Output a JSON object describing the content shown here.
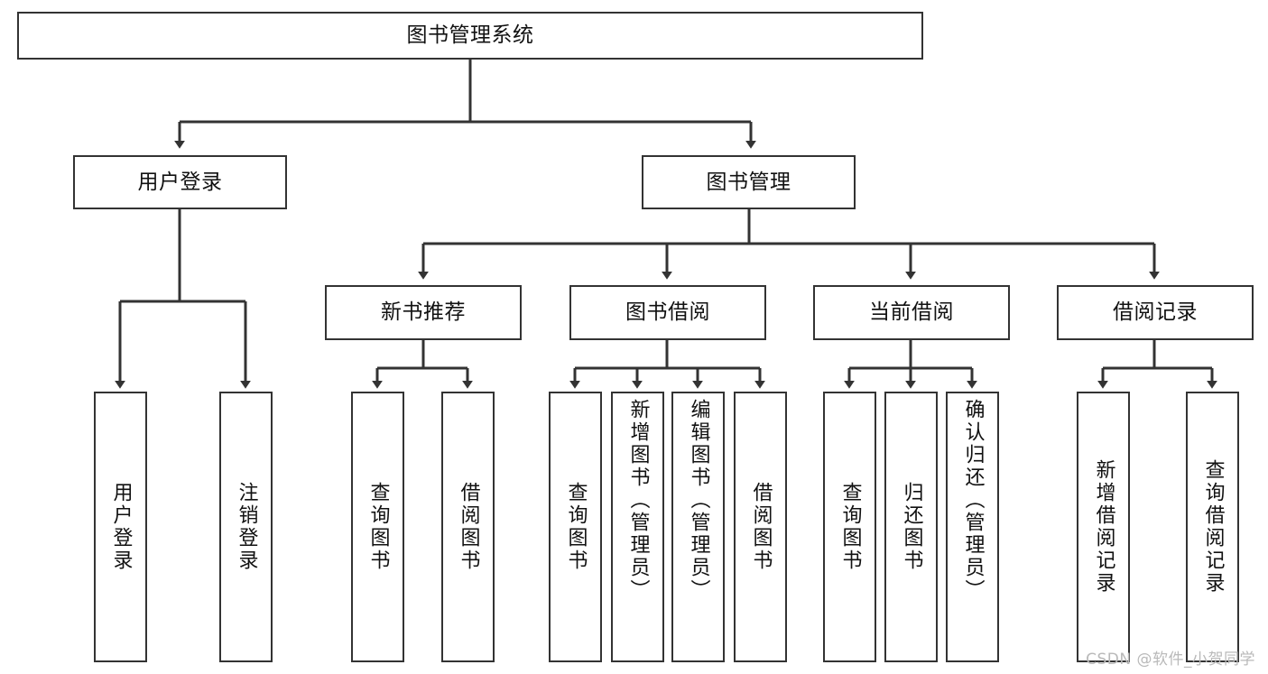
{
  "diagram": {
    "title": "图书管理系统",
    "type": "hierarchy-tree",
    "watermark": "CSDN @软件_小贺同学",
    "colors": {
      "background": "#ffffff",
      "border": "#333333",
      "text": "#111111",
      "watermark": "#b9b9b9"
    },
    "root": {
      "label": "图书管理系统"
    },
    "level1": [
      {
        "label": "用户登录"
      },
      {
        "label": "图书管理"
      }
    ],
    "level2": [
      {
        "label": "新书推荐",
        "parent": "图书管理"
      },
      {
        "label": "图书借阅",
        "parent": "图书管理"
      },
      {
        "label": "当前借阅",
        "parent": "图书管理"
      },
      {
        "label": "借阅记录",
        "parent": "图书管理"
      }
    ],
    "leaves": {
      "user_login": [
        {
          "label": "用户登录"
        },
        {
          "label": "注销登录"
        }
      ],
      "new_book_recommend": [
        {
          "label": "查询图书"
        },
        {
          "label": "借阅图书"
        }
      ],
      "book_borrow": [
        {
          "label": "查询图书"
        },
        {
          "label": "新增图书（管理员）"
        },
        {
          "label": "编辑图书（管理员）"
        },
        {
          "label": "借阅图书"
        }
      ],
      "current_borrow": [
        {
          "label": "查询图书"
        },
        {
          "label": "归还图书"
        },
        {
          "label": "确认归还（管理员）"
        }
      ],
      "borrow_record": [
        {
          "label": "新增借阅记录"
        },
        {
          "label": "查询借阅记录"
        }
      ]
    }
  }
}
